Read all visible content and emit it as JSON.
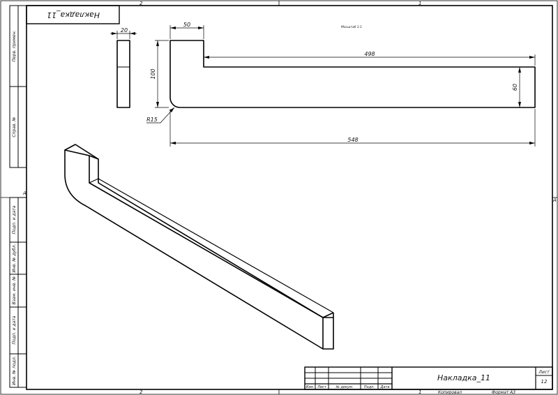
{
  "sheet": {
    "zone_top_left": "2",
    "zone_top_right": "1",
    "zone_bottom_left": "2",
    "zone_bottom_right": "1",
    "zone_side_left": "A",
    "zone_side_right": "A",
    "corner_stamp": "Накладка_11",
    "scale_note": "Масштаб 1:1"
  },
  "side_strip": {
    "perv_primen": "Перв. примен.",
    "sprav_no": "Справ. №",
    "podp_data_1": "Подп. и дата",
    "inv_dubl": "Инв. № дубл.",
    "vzam_inv": "Взам. инв. №",
    "podp_data_2": "Подп. и дата",
    "inv_podl": "Инв. № подл."
  },
  "dimensions": {
    "width_part": "20",
    "step_width": "50",
    "total_length": "548",
    "long_length": "498",
    "height": "100",
    "bar_height": "60",
    "radius": "R15"
  },
  "title_block": {
    "part_name": "Накладка_11",
    "sheet_label": "Лист",
    "sheet_number": "12",
    "col_izm": "Изм.",
    "col_list": "Лист",
    "col_dokum": "№ докум.",
    "col_podp": "Подп.",
    "col_data": "Дата",
    "copied": "Копировал",
    "format": "Формат А3"
  }
}
